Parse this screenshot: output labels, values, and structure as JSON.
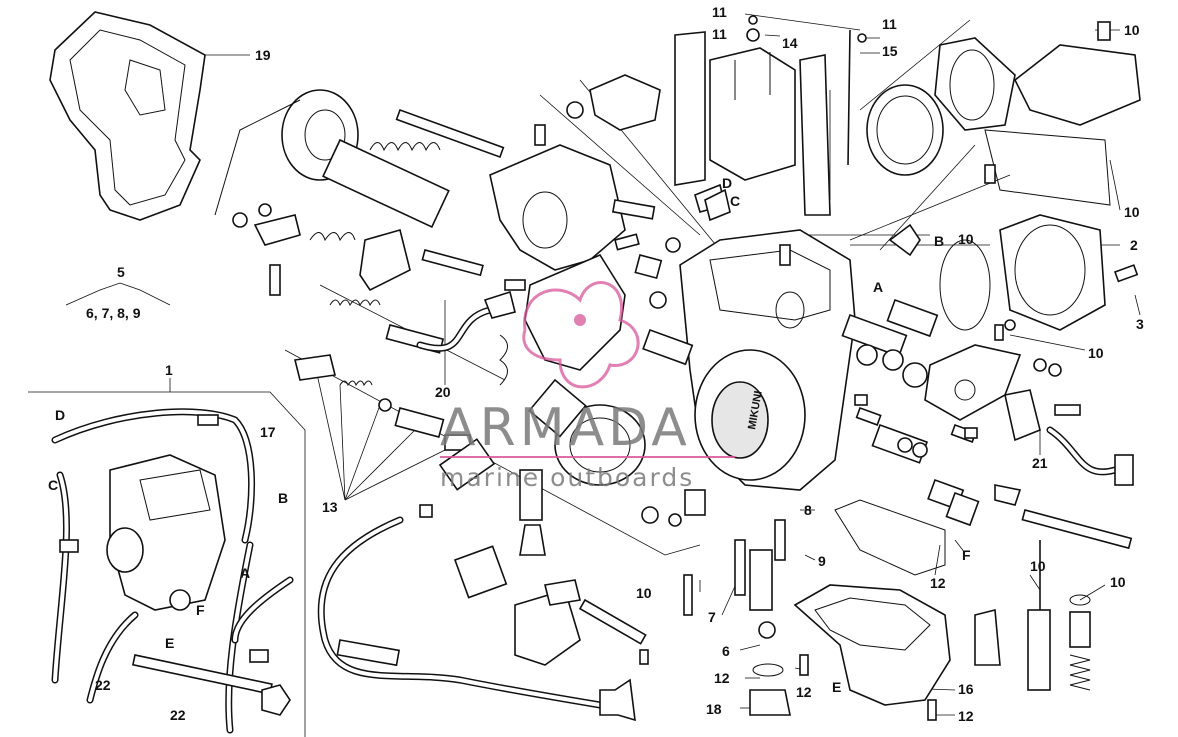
{
  "watermark": {
    "brand": "ARMADA",
    "tagline": "marine outboards",
    "accent_color": "#d9559a"
  },
  "carb_brand": "MIKUNI",
  "inset": {
    "number": "1",
    "letters": {
      "D": "D",
      "C": "C",
      "B": "B",
      "A": "A",
      "F": "F",
      "E": "E"
    },
    "callouts": {
      "c17": "17",
      "c22a": "22",
      "c22b": "22"
    }
  },
  "group_label": {
    "title": "5",
    "items": "6, 7, 8, 9"
  },
  "callouts": {
    "c19": "19",
    "c20": "20",
    "c13": "13",
    "c11a": "11",
    "c11b": "11",
    "c11c": "11",
    "c14": "14",
    "c15": "15",
    "c10a": "10",
    "c10b": "10",
    "c10c": "10",
    "c10d": "10",
    "c10e": "10",
    "c10f": "10",
    "c10g": "10",
    "c2": "2",
    "c3": "3",
    "c21": "21",
    "c8": "8",
    "c9": "9",
    "c7": "7",
    "c6": "6",
    "c12a": "12",
    "c12b": "12",
    "c12c": "12",
    "c12d": "12",
    "c16": "16",
    "c18": "18",
    "lD": "D",
    "lC": "C",
    "lB": "B",
    "lA": "A",
    "lF": "F",
    "lE": "E"
  }
}
